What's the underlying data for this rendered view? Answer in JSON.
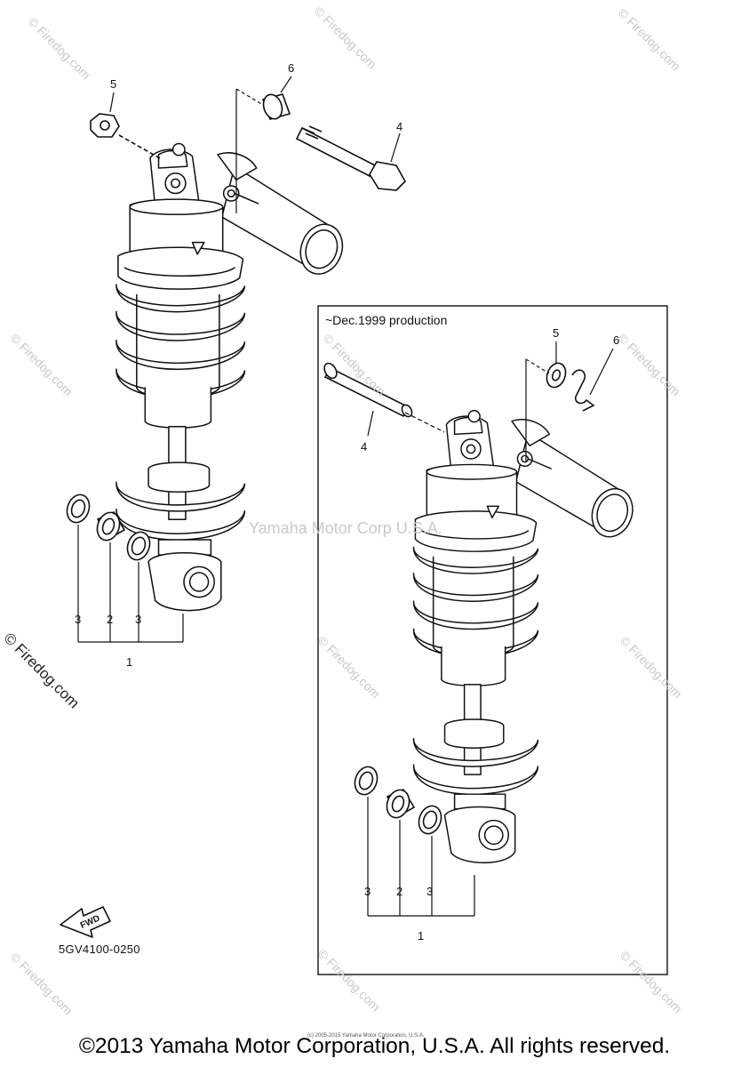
{
  "inset": {
    "label": "~Dec.1999 production"
  },
  "callouts": {
    "main": {
      "p5": "5",
      "p6": "6",
      "p4": "4",
      "p3a": "3",
      "p2": "2",
      "p3b": "3",
      "p1": "1"
    },
    "inset": {
      "p5": "5",
      "p6": "6",
      "p4": "4",
      "p3a": "3",
      "p2": "2",
      "p3b": "3",
      "p1": "1"
    }
  },
  "fwd_label": "FWD",
  "part_code": "5GV4100-0250",
  "watermarks": {
    "firedog": "© Firedog.com",
    "center": "Yamaha Motor Corp U.S.A.",
    "tiny_credit": "(c) 2005-2015 Yamaha Motor Corporation, U.S.A."
  },
  "copyright": "©2013 Yamaha Motor Corporation, U.S.A. All rights reserved."
}
